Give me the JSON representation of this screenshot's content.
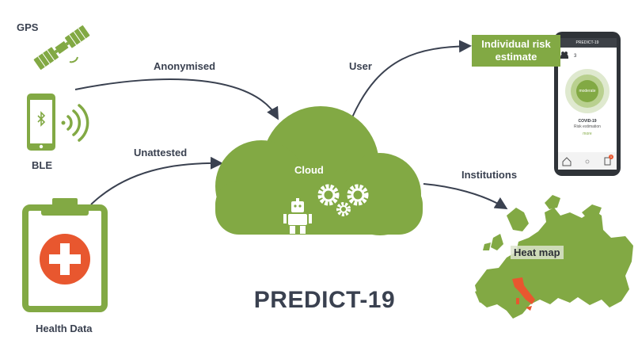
{
  "title": "PREDICT-19",
  "labels": {
    "gps": "GPS",
    "ble": "BLE",
    "health_data": "Health Data",
    "anonymised": "Anonymised",
    "unattested": "Unattested",
    "cloud": "Cloud",
    "user": "User",
    "institutions": "Institutions",
    "heat_map": "Heat map"
  },
  "risk_box": {
    "line1": "Individual risk",
    "line2": "estimate"
  },
  "phone": {
    "header": "PREDICT-19",
    "count": "3",
    "circle_label": "moderate",
    "covid_title": "COVID-19",
    "covid_sub": "Risk estimation",
    "more": "more",
    "badge": "1"
  },
  "colors": {
    "green": "#82a944",
    "dark": "#3a4150",
    "red": "#e8572f"
  }
}
